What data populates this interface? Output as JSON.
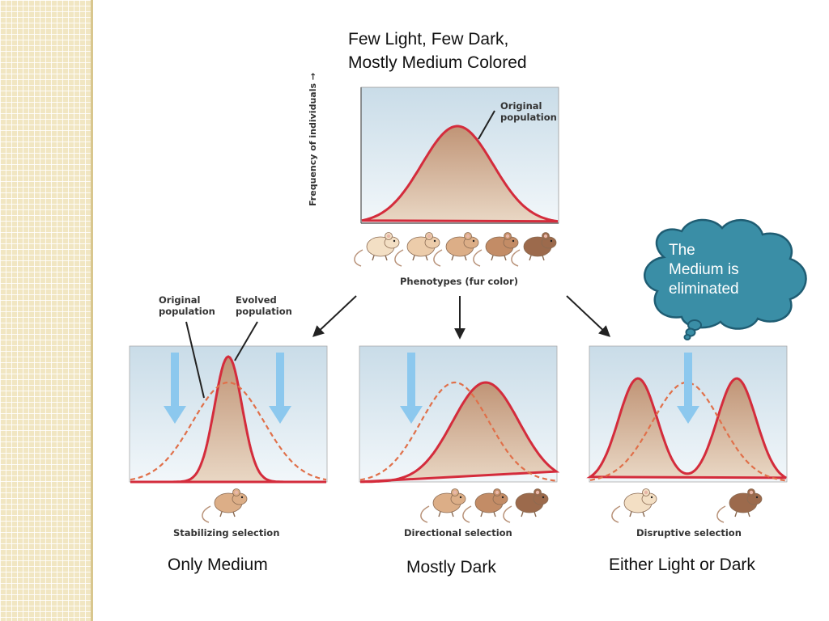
{
  "header": {
    "line1": "Few Light, Few Dark,",
    "line2": "Mostly Medium Colored"
  },
  "top_panel": {
    "y_axis_label": "Frequency of individuals →",
    "curve_label_line1": "Original",
    "curve_label_line2": "population",
    "x_axis_label": "Phenotypes (fur color)"
  },
  "stabilizing": {
    "label_original_line1": "Original",
    "label_original_line2": "population",
    "label_evolved_line1": "Evolved",
    "label_evolved_line2": "population",
    "caption": "Stabilizing selection",
    "description": "Only Medium"
  },
  "directional": {
    "caption": "Directional selection",
    "description": "Mostly Dark"
  },
  "disruptive": {
    "caption": "Disruptive selection",
    "description": "Either Light or Dark"
  },
  "callout": {
    "line1": "The",
    "line2": "Medium is",
    "line3": "eliminated"
  },
  "colors": {
    "panel_bg": "#c9dce8",
    "curve_fill": "#c8a282",
    "curve_stroke": "#d42c3c",
    "dashed_curve": "#e0704a",
    "arrow_blue": "#8cc8ee",
    "callout_fill": "#3a8ea6",
    "callout_stroke": "#1f5d73",
    "border_pattern": "#f1e6c2"
  },
  "icons": [
    "mouse-icon",
    "down-arrow-icon",
    "thought-cloud-icon"
  ]
}
